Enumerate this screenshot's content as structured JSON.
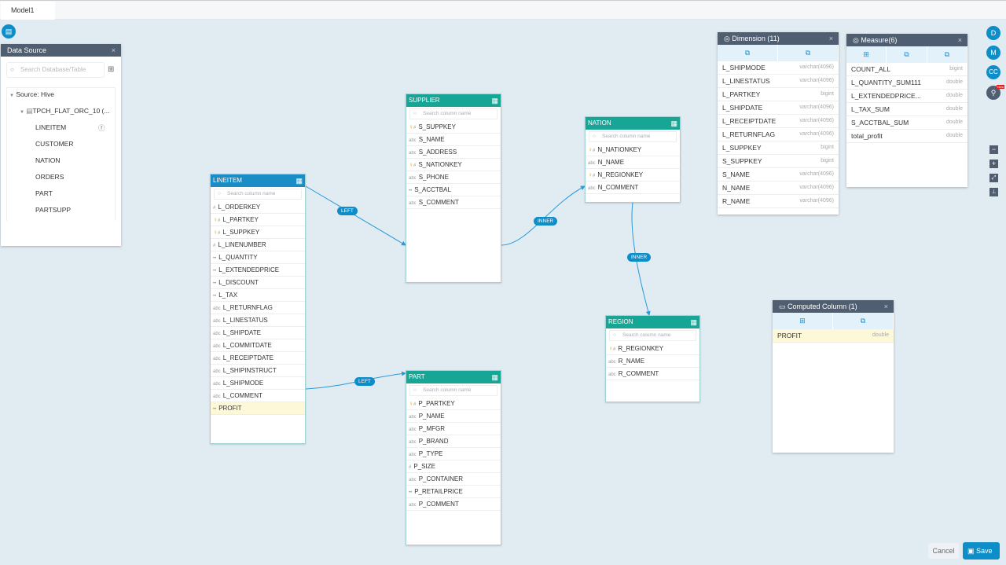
{
  "tab": {
    "label": "Model1"
  },
  "datasource": {
    "title": "Data Source",
    "search_placeholder": "Search Database/Table",
    "source": "Source: Hive",
    "database": "TPCH_FLAT_ORC_10 (...",
    "tables": [
      "LINEITEM",
      "CUSTOMER",
      "NATION",
      "ORDERS",
      "PART",
      "PARTSUPP"
    ]
  },
  "tables": [
    {
      "name": "LINEITEM",
      "color": "#1a8cc6",
      "search": "Search column name",
      "columns": [
        [
          "#",
          "L_ORDERKEY"
        ],
        [
          "k#",
          "L_PARTKEY"
        ],
        [
          "k#",
          "L_SUPPKEY"
        ],
        [
          "#",
          "L_LINENUMBER"
        ],
        [
          "d",
          "L_QUANTITY"
        ],
        [
          "d",
          "L_EXTENDEDPRICE"
        ],
        [
          "d",
          "L_DISCOUNT"
        ],
        [
          "d",
          "L_TAX"
        ],
        [
          "s",
          "L_RETURNFLAG"
        ],
        [
          "s",
          "L_LINESTATUS"
        ],
        [
          "s",
          "L_SHIPDATE"
        ],
        [
          "s",
          "L_COMMITDATE"
        ],
        [
          "s",
          "L_RECEIPTDATE"
        ],
        [
          "s",
          "L_SHIPINSTRUCT"
        ],
        [
          "s",
          "L_SHIPMODE"
        ],
        [
          "s",
          "L_COMMENT"
        ],
        [
          "d",
          "PROFIT"
        ]
      ]
    },
    {
      "name": "SUPPLIER",
      "color": "#17a596",
      "search": "Search column name",
      "columns": [
        [
          "k#",
          "S_SUPPKEY"
        ],
        [
          "s",
          "S_NAME"
        ],
        [
          "s",
          "S_ADDRESS"
        ],
        [
          "k#",
          "S_NATIONKEY"
        ],
        [
          "s",
          "S_PHONE"
        ],
        [
          "d",
          "S_ACCTBAL"
        ],
        [
          "s",
          "S_COMMENT"
        ]
      ]
    },
    {
      "name": "NATION",
      "color": "#17a596",
      "search": "Search column name",
      "columns": [
        [
          "k#",
          "N_NATIONKEY"
        ],
        [
          "s",
          "N_NAME"
        ],
        [
          "k#",
          "N_REGIONKEY"
        ],
        [
          "s",
          "N_COMMENT"
        ]
      ]
    },
    {
      "name": "REGION",
      "color": "#17a596",
      "search": "Search column name",
      "columns": [
        [
          "k#",
          "R_REGIONKEY"
        ],
        [
          "s",
          "R_NAME"
        ],
        [
          "s",
          "R_COMMENT"
        ]
      ]
    },
    {
      "name": "PART",
      "color": "#17a596",
      "search": "Search column name",
      "columns": [
        [
          "k#",
          "P_PARTKEY"
        ],
        [
          "s",
          "P_NAME"
        ],
        [
          "s",
          "P_MFGR"
        ],
        [
          "s",
          "P_BRAND"
        ],
        [
          "s",
          "P_TYPE"
        ],
        [
          "#",
          "P_SIZE"
        ],
        [
          "s",
          "P_CONTAINER"
        ],
        [
          "d",
          "P_RETAILPRICE"
        ],
        [
          "s",
          "P_COMMENT"
        ]
      ]
    }
  ],
  "joins": [
    "LEFT",
    "LEFT",
    "INNER",
    "INNER"
  ],
  "dimension": {
    "title": "Dimension (11)",
    "items": [
      [
        "L_SHIPMODE",
        "varchar(4096)"
      ],
      [
        "L_LINESTATUS",
        "varchar(4096)"
      ],
      [
        "L_PARTKEY",
        "bigint"
      ],
      [
        "L_SHIPDATE",
        "varchar(4096)"
      ],
      [
        "L_RECEIPTDATE",
        "varchar(4096)"
      ],
      [
        "L_RETURNFLAG",
        "varchar(4096)"
      ],
      [
        "L_SUPPKEY",
        "bigint"
      ],
      [
        "S_SUPPKEY",
        "bigint"
      ],
      [
        "S_NAME",
        "varchar(4096)"
      ],
      [
        "N_NAME",
        "varchar(4096)"
      ],
      [
        "R_NAME",
        "varchar(4096)"
      ]
    ]
  },
  "measure": {
    "title": "Measure(6)",
    "items": [
      [
        "COUNT_ALL",
        "bigint"
      ],
      [
        "L_QUANTITY_SUM111",
        "double"
      ],
      [
        "L_EXTENDEDPRICE...",
        "double"
      ],
      [
        "L_TAX_SUM",
        "double"
      ],
      [
        "S_ACCTBAL_SUM",
        "double"
      ],
      [
        "total_profit",
        "double"
      ]
    ]
  },
  "computed": {
    "title": "Computed Column (1)",
    "items": [
      [
        "PROFIT",
        "double"
      ]
    ]
  },
  "side_buttons": [
    "D",
    "M",
    "CC"
  ],
  "new_badge": "New",
  "footer": {
    "cancel": "Cancel",
    "save": "Save"
  },
  "colors": {
    "accent": "#0e8ec8",
    "panel_header": "#4f5e70",
    "canvas": "#e1ebf2"
  }
}
